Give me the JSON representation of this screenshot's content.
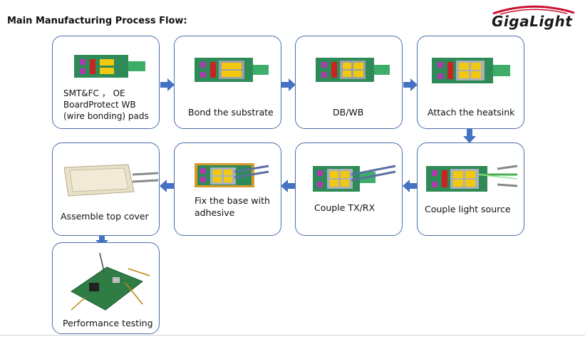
{
  "title": "Main Manufacturing Process Flow:",
  "logo": {
    "text": "GigaLight",
    "brand_color": "#c8102e"
  },
  "colors": {
    "box_border": "#4a6fa8",
    "arrow": "#4472c4",
    "pcb": "#2e8b57",
    "gold": "#f2c811"
  },
  "steps": [
    {
      "label": "SMT&FC ， OE BoardProtect WB (wire bonding) pads"
    },
    {
      "label": "Bond the substrate"
    },
    {
      "label": "DB/WB"
    },
    {
      "label": "Attach the heatsink"
    },
    {
      "label": "Couple light source"
    },
    {
      "label": "Couple TX/RX"
    },
    {
      "label": "Fix the base with adhesive"
    },
    {
      "label": "Assemble top cover"
    },
    {
      "label": "Performance testing"
    }
  ]
}
